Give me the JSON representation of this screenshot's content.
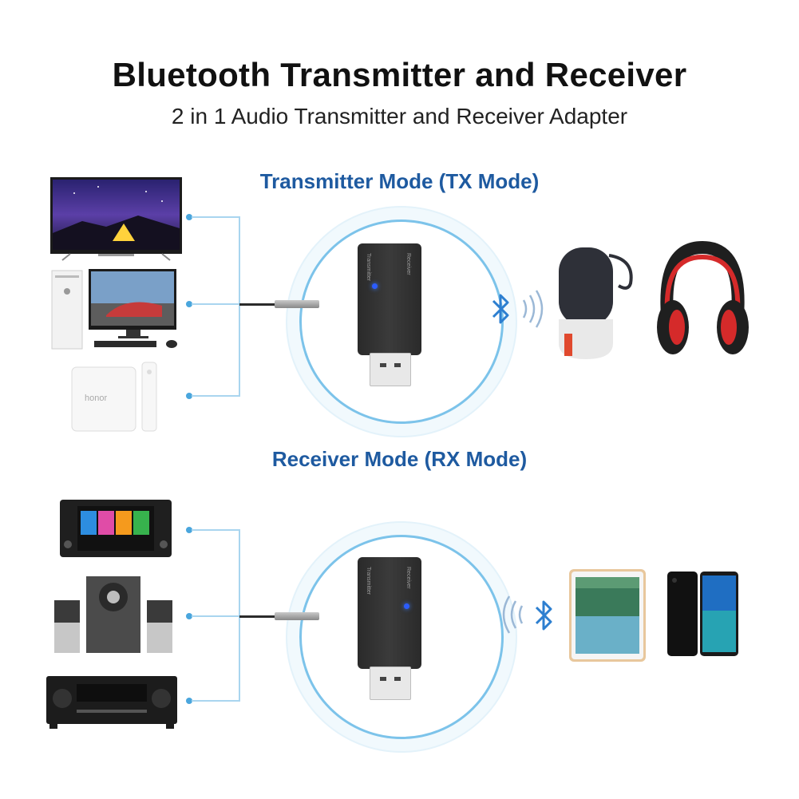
{
  "header": {
    "title": "Bluetooth Transmitter and Receiver",
    "subtitle": "2 in 1 Audio Transmitter and Receiver Adapter"
  },
  "tx_section": {
    "title": "Transmitter Mode (TX Mode)",
    "sources": [
      "tv",
      "desktop-computer",
      "tv-box"
    ],
    "targets": [
      "bluetooth-speaker",
      "headphones"
    ]
  },
  "rx_section": {
    "title": "Receiver Mode (RX Mode)",
    "sources": [
      "car-stereo",
      "speaker-system",
      "av-receiver"
    ],
    "targets": [
      "tablet",
      "smartphone"
    ]
  },
  "device_labels": {
    "tv_box_brand": "honor",
    "dongle_side_text": "Transmitter",
    "dongle_side_text_2": "Receiver"
  },
  "colors": {
    "accent": "#1e5aa0",
    "connector": "#4aa6dd",
    "bluetooth": "#2d7fd0"
  }
}
